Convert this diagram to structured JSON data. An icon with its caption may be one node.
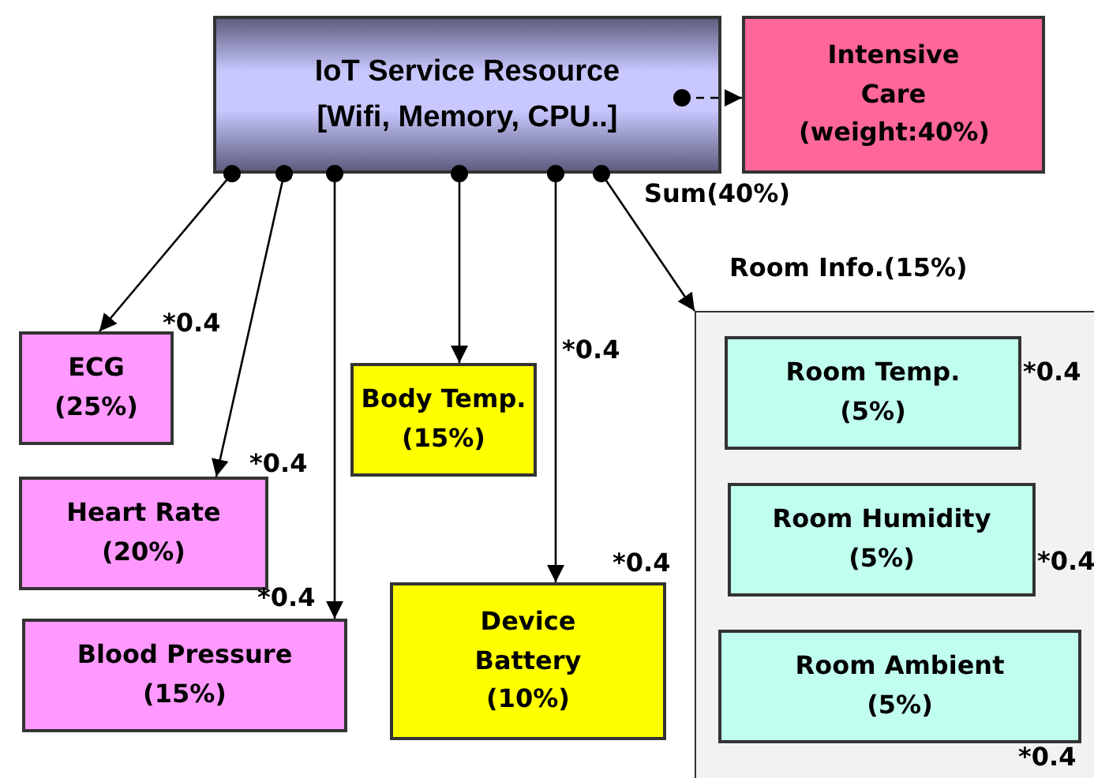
{
  "diagram": {
    "nodes": [
      {
        "text": [
          "IoT Service Resource [Wifi, Memory, CPU..]"
        ]
      },
      {
        "text": [
          "Intensive Care",
          "(weight:40%)"
        ]
      },
      {
        "text": [
          "ECG",
          "(25%)"
        ],
        "beside": [
          "*0.4"
        ]
      },
      {
        "text": [
          "Heart Rate",
          "(20%)"
        ],
        "beside": [
          "*0.4"
        ]
      },
      {
        "text": [
          "Blood Pressure",
          "(15%)"
        ],
        "beside": [
          "*0.4"
        ]
      },
      {
        "text": [
          "Body Temp.",
          "(15%)"
        ],
        "beside": [
          "*0.4"
        ]
      },
      {
        "text": [
          "Device Battery",
          "(10%)"
        ],
        "beside": [
          "*0.4"
        ]
      },
      {
        "text": [
          "Room Info.(15%)"
        ]
      },
      {
        "text": [
          "Room Temp.",
          "(5%)"
        ],
        "in": 7,
        "beside": [
          "*0.4"
        ]
      },
      {
        "text": [
          "Room Humidity",
          "(5%)"
        ],
        "in": 7,
        "beside": [
          "*0.4"
        ]
      },
      {
        "text": [
          "Room Ambient",
          "(5%)"
        ],
        "in": 7,
        "beside": [
          "*0.4"
        ]
      }
    ],
    "edges": [
      {
        "from": 0,
        "to": 1,
        "arrow": "to",
        "style": "dashed"
      },
      {
        "from": 0,
        "to": 2,
        "arrow": "to"
      },
      {
        "from": 0,
        "to": 3,
        "arrow": "to"
      },
      {
        "from": 0,
        "to": 4,
        "arrow": "to"
      },
      {
        "from": 0,
        "to": 5,
        "arrow": "to"
      },
      {
        "from": 0,
        "to": 6,
        "arrow": "to"
      },
      {
        "from": 0,
        "to": 7,
        "arrow": "to"
      }
    ],
    "labels": [
      "Sum(40%)"
    ]
  }
}
